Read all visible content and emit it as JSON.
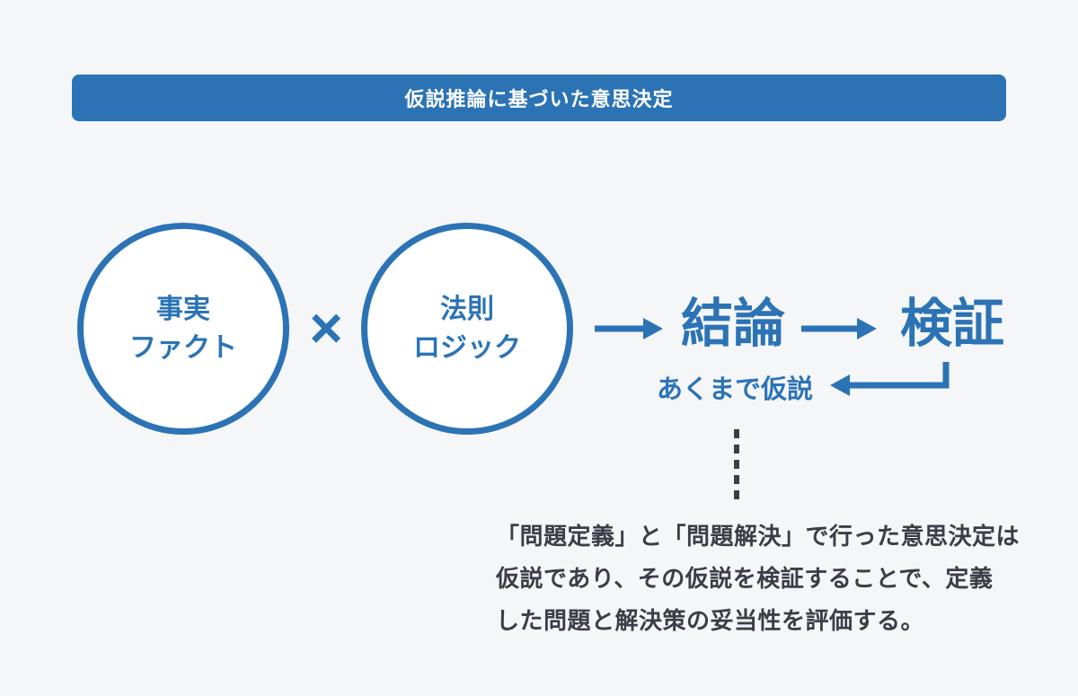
{
  "colors": {
    "accent_blue": "#2b73b5",
    "text_dark": "#3a3e46",
    "background": "#f5f6f8",
    "circle_fill": "#ffffff",
    "header_text": "#ffffff"
  },
  "header": {
    "title": "仮説推論に基づいた意思決定"
  },
  "diagram": {
    "multiply_symbol": "×",
    "factors": [
      {
        "line1": "事実",
        "line2": "ファクト"
      },
      {
        "line1": "法則",
        "line2": "ロジック"
      }
    ],
    "conclusion_label": "結論",
    "verification_label": "検証",
    "hypothesis_note": "あくまで仮説",
    "icons": {
      "flow_arrow_1": "arrow-right",
      "flow_arrow_2": "arrow-right",
      "feedback_arrow": "elbow-arrow-left",
      "dotted_connector": "dotted-vertical-line"
    }
  },
  "caption": {
    "lines": [
      "「問題定義」と「問題解決」で行った意思決定は",
      "仮説であり、その仮説を検証することで、定義",
      "した問題と解決策の妥当性を評価する。"
    ]
  }
}
